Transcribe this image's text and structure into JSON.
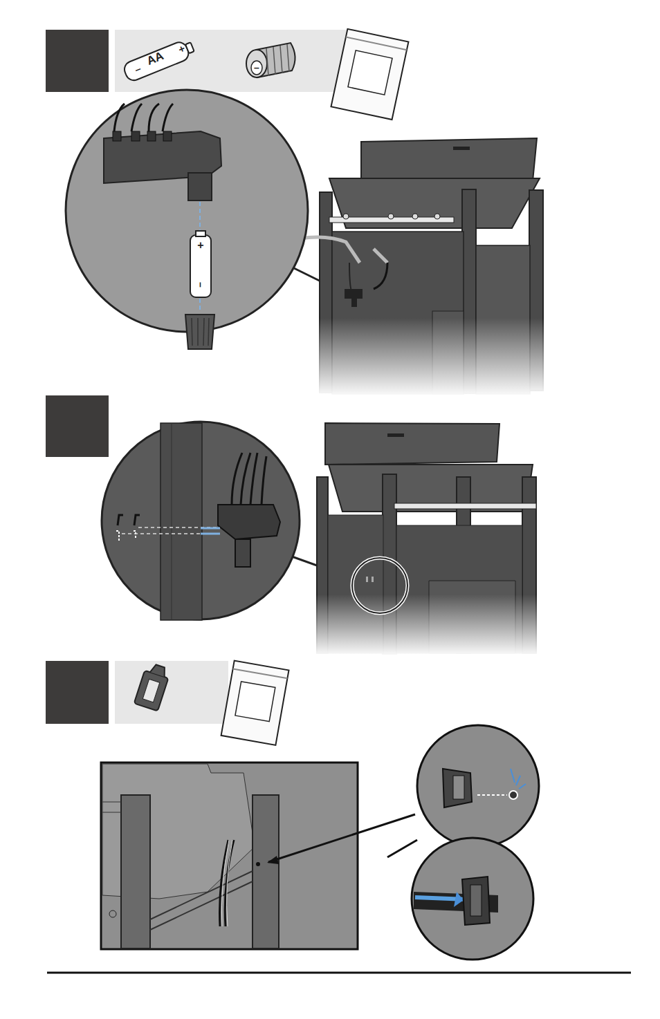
{
  "diagram": {
    "labels": [
      "–",
      "AA",
      "+",
      "–",
      "+",
      "–"
    ]
  }
}
